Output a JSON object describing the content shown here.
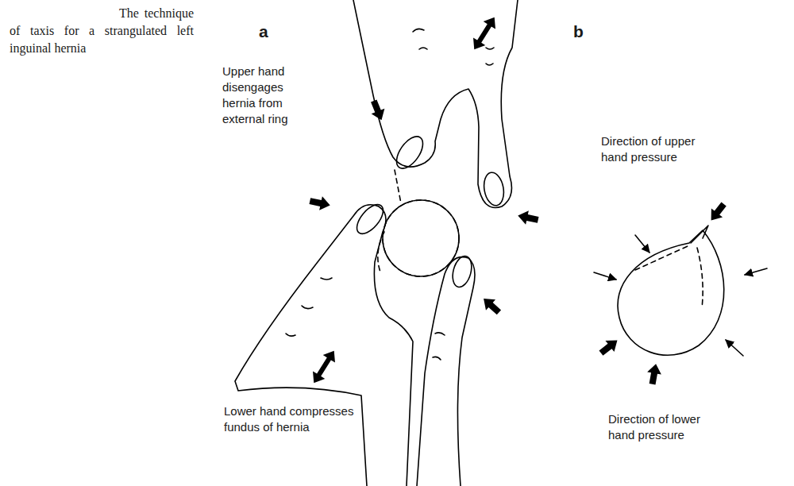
{
  "diagram": {
    "caption": "The technique of taxis for a strangulated left inguinal hernia",
    "labels": [
      "a",
      "b",
      "Upper hand disengages hernia from external ring",
      "Direction of upper hand pressure",
      "Lower hand compresses fundus of hernia",
      "Direction of lower hand pressure"
    ]
  }
}
